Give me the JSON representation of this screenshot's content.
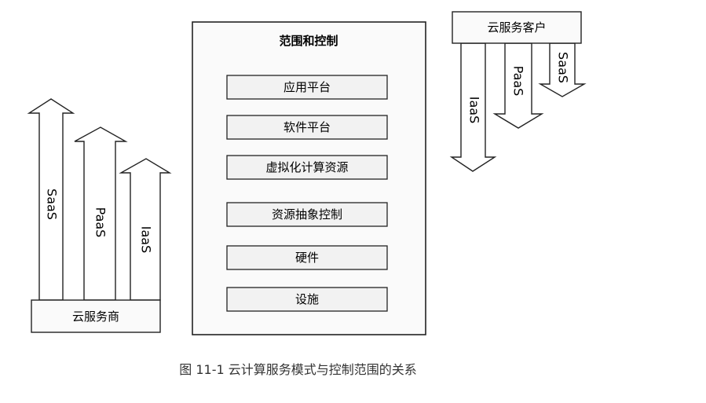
{
  "control_scope": {
    "title": "范围和控制",
    "layers": [
      "应用平台",
      "软件平台",
      "虚拟化计算资源",
      "资源抽象控制",
      "硬件",
      "设施"
    ]
  },
  "provider": {
    "label": "云服务商",
    "arrows": [
      "SaaS",
      "PaaS",
      "IaaS"
    ]
  },
  "consumer": {
    "label": "云服务客户",
    "arrows": [
      "IaaS",
      "PaaS",
      "SaaS"
    ]
  },
  "caption": "图 11-1 云计算服务模式与控制范围的关系",
  "colors": {
    "stroke": "#222222",
    "layer_fill": "#f2f2f2",
    "panel_fill": "#fafafa"
  }
}
